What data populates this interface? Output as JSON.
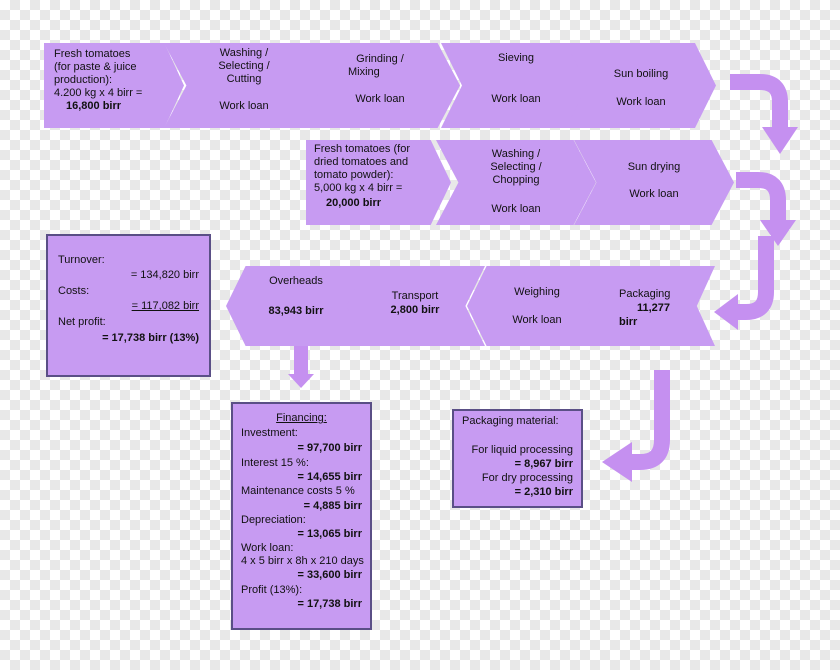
{
  "row1": {
    "fresh": {
      "l1": "Fresh tomatoes",
      "l2": "(for paste & juice",
      "l3": "production):",
      "l4": "4.200 kg x 4 birr =",
      "l5": "16,800 birr"
    },
    "washing": {
      "l1": "Washing /",
      "l2": "Selecting /",
      "l3": "Cutting",
      "l4": "Work loan"
    },
    "grinding": {
      "l1": "Grinding /",
      "l2": "Mixing",
      "l3": "Work loan"
    },
    "sieving": {
      "l1": "Sieving",
      "l2": "Work loan"
    },
    "sunboiling": {
      "l1": "Sun boiling",
      "l2": "Work loan"
    }
  },
  "row2": {
    "fresh": {
      "l1": "Fresh tomatoes (for",
      "l2": "dried tomatoes and",
      "l3": "tomato powder):",
      "l4": "5,000 kg x 4 birr =",
      "l5": "20,000 birr"
    },
    "washing": {
      "l1": "Washing /",
      "l2": "Selecting /",
      "l3": "Chopping",
      "l4": "Work loan"
    },
    "sundrying": {
      "l1": "Sun drying",
      "l2": "Work loan"
    }
  },
  "row3": {
    "packaging": {
      "l1": "Packaging",
      "l2": "11,277",
      "l3": "birr"
    },
    "weighing": {
      "l1": "Weighing",
      "l2": "Work loan"
    },
    "transport": {
      "l1": "Transport",
      "l2": "2,800 birr"
    },
    "overheads": {
      "l1": "Overheads",
      "l2": "83,943 birr"
    }
  },
  "summary": {
    "turnover_label": "Turnover:",
    "turnover_value": "= 134,820 birr",
    "costs_label": "Costs:",
    "costs_value": "= 117,082 birr",
    "net_label": "Net profit:",
    "net_value": "= 17,738 birr (13%)"
  },
  "financing": {
    "title": "Financing:",
    "investment_label": "Investment:",
    "investment_value": "= 97,700 birr",
    "interest_label": "Interest 15 %:",
    "interest_value": "= 14,655 birr",
    "maintenance_label": "Maintenance costs 5 %",
    "maintenance_value": "= 4,885 birr",
    "depreciation_label": "Depreciation:",
    "depreciation_value": "= 13,065 birr",
    "workloan_label": "Work loan:",
    "workloan_formula": "4 x 5 birr x 8h x 210 days",
    "workloan_value": "= 33,600 birr",
    "profit_label": "Profit (13%):",
    "profit_value": "= 17,738 birr"
  },
  "packaging_material": {
    "title": "Packaging material:",
    "liquid_label": "For liquid processing",
    "liquid_value": "= 8,967 birr",
    "dry_label": "For dry processing",
    "dry_value": "= 2,310 birr"
  },
  "colors": {
    "shape_fill": "#c79bf2",
    "border": "#5a4f86",
    "arrow": "#c590f0"
  }
}
